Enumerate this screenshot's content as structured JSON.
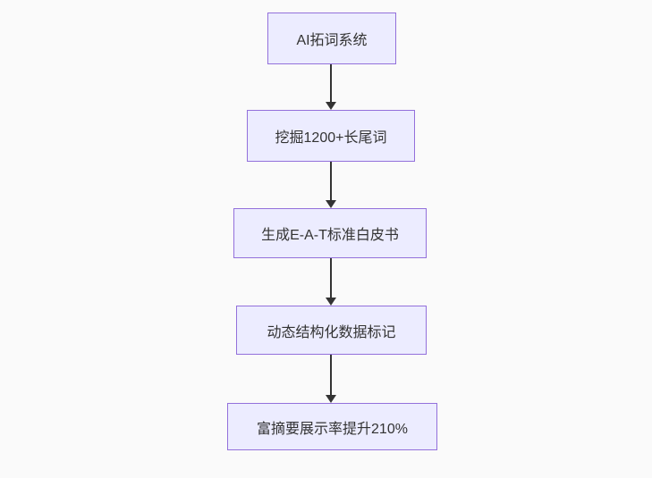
{
  "diagram": {
    "type": "flowchart",
    "direction": "top-down",
    "nodes": [
      {
        "id": "n1",
        "label": "AI拓词系统"
      },
      {
        "id": "n2",
        "label": "挖掘1200+长尾词"
      },
      {
        "id": "n3",
        "label": "生成E-A-T标准白皮书"
      },
      {
        "id": "n4",
        "label": "动态结构化数据标记"
      },
      {
        "id": "n5",
        "label": "富摘要展示率提升210%"
      }
    ],
    "edges": [
      {
        "from": "n1",
        "to": "n2",
        "style": "arrow-down"
      },
      {
        "from": "n2",
        "to": "n3",
        "style": "arrow-down"
      },
      {
        "from": "n3",
        "to": "n4",
        "style": "arrow-down"
      },
      {
        "from": "n4",
        "to": "n5",
        "style": "arrow-down"
      }
    ],
    "colors": {
      "background": "#fafafa",
      "node_fill": "#ECECFF",
      "node_border": "#9370DB",
      "text": "#333333",
      "arrow": "#333333"
    }
  }
}
